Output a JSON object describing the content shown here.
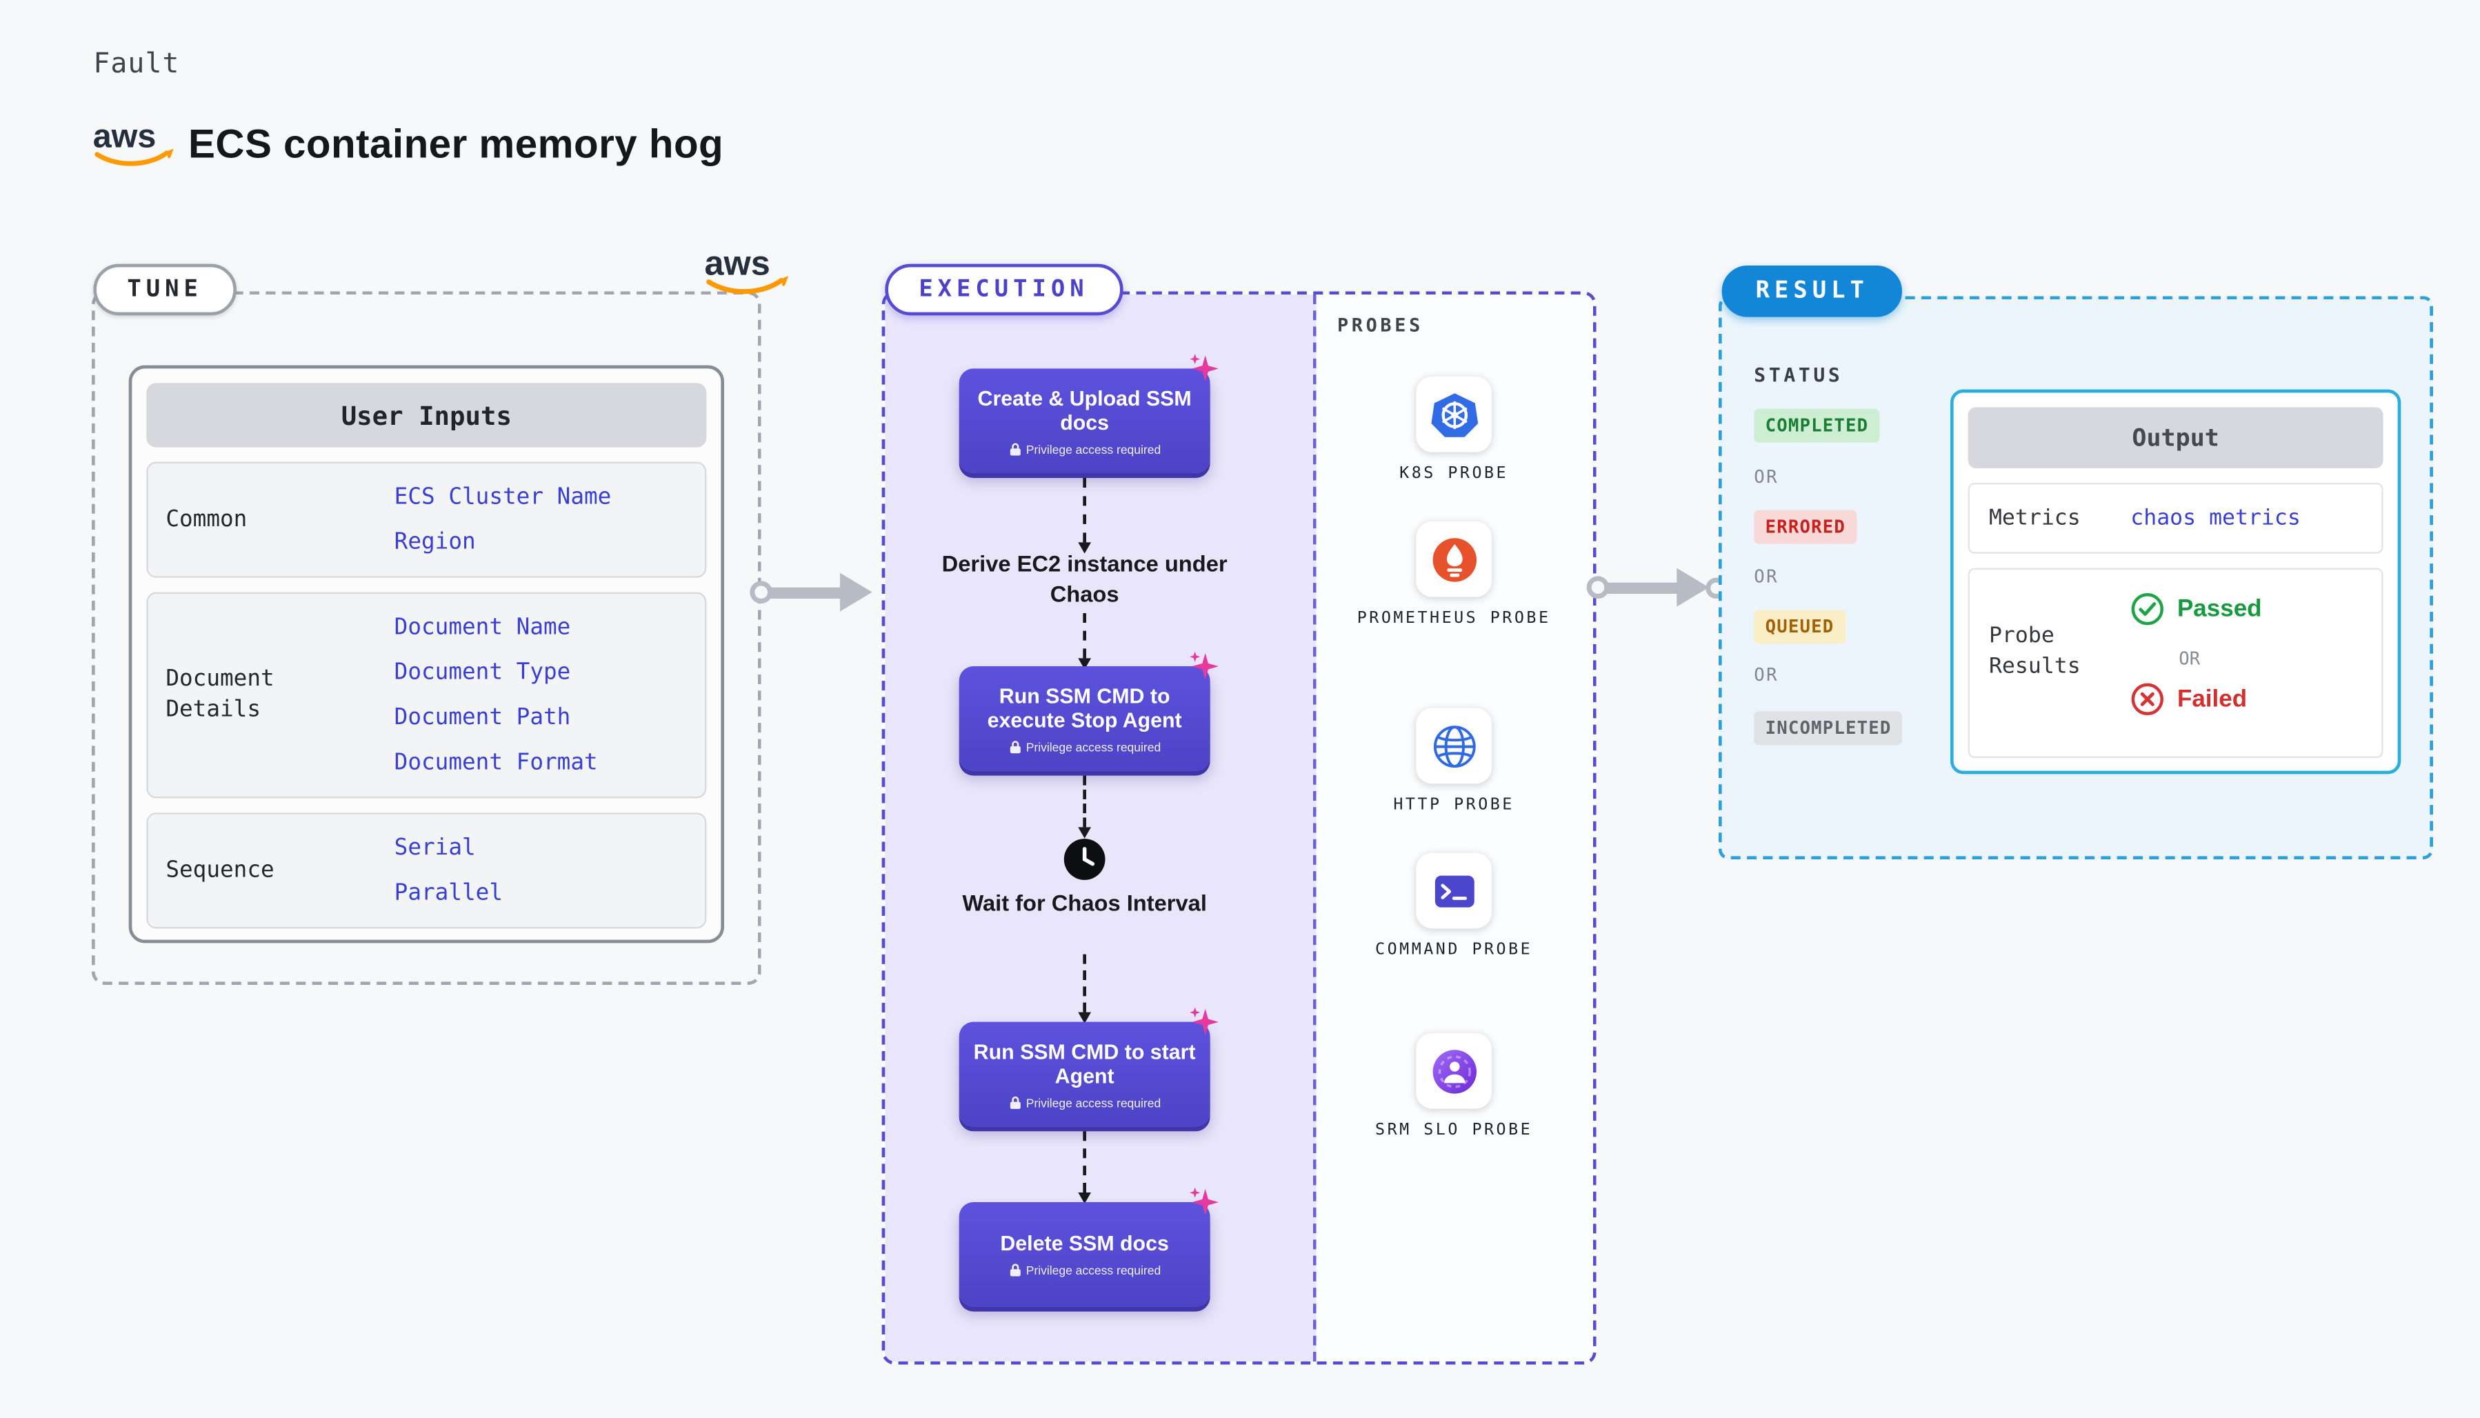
{
  "header": {
    "kicker": "Fault",
    "title": "ECS container memory hog",
    "aws_logo": "aws"
  },
  "tune": {
    "pill": "TUNE",
    "user_inputs": {
      "header": "User Inputs",
      "groups": [
        {
          "label": "Common",
          "values": [
            "ECS Cluster Name",
            "Region"
          ]
        },
        {
          "label": "Document Details",
          "values": [
            "Document Name",
            "Document Type",
            "Document Path",
            "Document Format"
          ]
        },
        {
          "label": "Sequence",
          "values": [
            "Serial",
            "Parallel"
          ]
        }
      ]
    }
  },
  "execution": {
    "pill": "EXECUTION",
    "steps": {
      "create_upload": "Create & Upload SSM docs",
      "derive": "Derive EC2 instance under Chaos",
      "stop_agent": "Run SSM CMD to execute Stop Agent",
      "wait": "Wait for Chaos Interval",
      "start_agent": "Run SSM CMD to start Agent",
      "delete_docs": "Delete SSM docs",
      "privilege_note": "Privilege access required"
    },
    "probes": {
      "label": "PROBES",
      "items": [
        {
          "name": "K8S PROBE",
          "icon": "kubernetes-icon"
        },
        {
          "name": "PROMETHEUS PROBE",
          "icon": "prometheus-icon"
        },
        {
          "name": "HTTP PROBE",
          "icon": "globe-icon"
        },
        {
          "name": "COMMAND PROBE",
          "icon": "terminal-icon"
        },
        {
          "name": "SRM SLO PROBE",
          "icon": "srm-slo-icon"
        }
      ]
    }
  },
  "result": {
    "pill": "RESULT",
    "status": {
      "label": "STATUS",
      "or": "OR",
      "badges": [
        {
          "label": "COMPLETED",
          "bg": "#cdeed2",
          "fg": "#1b7d34"
        },
        {
          "label": "ERRORED",
          "bg": "#f8d9d7",
          "fg": "#c5221f"
        },
        {
          "label": "QUEUED",
          "bg": "#faeec6",
          "fg": "#a16207"
        },
        {
          "label": "INCOMPLETED",
          "bg": "#e0e2e6",
          "fg": "#5f646b"
        }
      ]
    },
    "output": {
      "header": "Output",
      "metrics": {
        "label": "Metrics",
        "value": "chaos metrics"
      },
      "probe_results": {
        "label": "Probe Results",
        "passed": "Passed",
        "or": "OR",
        "failed": "Failed"
      }
    }
  },
  "colors": {
    "accent_indigo": "#564cd2",
    "accent_blue": "#1486d8",
    "accent_cyan": "#2aaede",
    "value_indigo": "#3a3fd3",
    "passed_green": "#179a3e",
    "failed_red": "#d32f2f",
    "sparkle_pink": "#e5399e",
    "aws_orange": "#ff9900"
  }
}
